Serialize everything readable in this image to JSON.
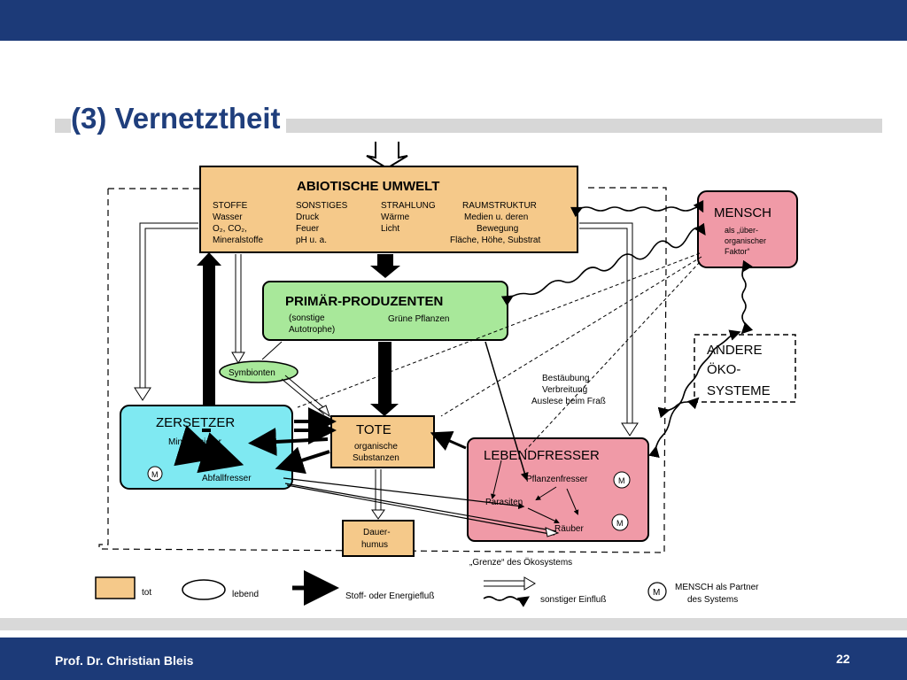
{
  "slide": {
    "title": "(3) Vernetztheit",
    "author": "Prof. Dr. Christian Bleis",
    "page_number": "22"
  },
  "diagram": {
    "abiotic": {
      "title": "ABIOTISCHE  UMWELT",
      "col1": [
        "STOFFE",
        "Wasser",
        "O₂, CO₂,",
        "Mineralstoffe"
      ],
      "col2": [
        "SONSTIGES",
        "Druck",
        "Feuer",
        "pH u. a."
      ],
      "col3": [
        "STRAHLUNG",
        "Wärme",
        "Licht"
      ],
      "col4": [
        "RAUMSTRUKTUR",
        "Medien u. deren",
        "Bewegung",
        "Fläche, Höhe, Substrat"
      ]
    },
    "producers": {
      "title": "PRIMÄR-PRODUZENTEN",
      "left": [
        "(sonstige",
        "Autotrophe)"
      ],
      "right": "Grüne Pflanzen"
    },
    "symbionts": "Symbionten",
    "decomposers": {
      "title": "ZERSETZER",
      "item1": "Mineralisierer",
      "item2": "Abfallfresser",
      "m_label": "M"
    },
    "dead": {
      "title": "TOTE",
      "sub": [
        "organische",
        "Substanzen"
      ]
    },
    "humus": [
      "Dauer-",
      "humus"
    ],
    "consumers": {
      "title": "LEBENDFRESSER",
      "item1": "Pflanzenfresser",
      "item2": "Parasiten",
      "item3": "Räuber",
      "m_label": "M"
    },
    "human": {
      "title": "MENSCH",
      "sub": [
        "als „über-",
        "organischer",
        "Faktor“"
      ]
    },
    "other": [
      "ANDERE",
      "ÖKO-",
      "SYSTEME"
    ],
    "annotation": [
      "Bestäubung",
      "Verbreitung",
      "Auslese beim Fraß"
    ],
    "boundary": "„Grenze“ des Ökosystems"
  },
  "legend": {
    "dead_label": "tot",
    "living_label": "lebend",
    "flow_label": "Stoff- oder Energiefluß",
    "influence_label": "sonstiger Einfluß",
    "m_symbol": "M",
    "m_label": [
      "MENSCH als Partner",
      "des Systems"
    ]
  },
  "colors": {
    "header_blue": "#1c3a78",
    "dead_fill": "#f5c98a",
    "producer_fill": "#a8e89a",
    "decomposer_fill": "#7fe9f2",
    "consumer_fill": "#f09aa7",
    "human_fill": "#f09aa7"
  }
}
